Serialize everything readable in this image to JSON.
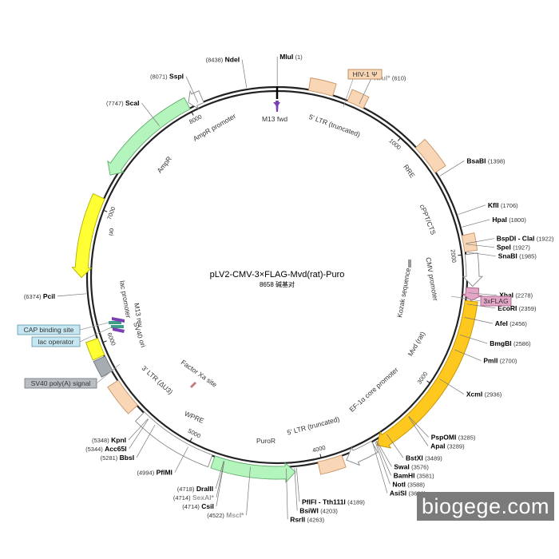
{
  "title": "pLV2-CMV-3×FLAG-Mvd(rat)-Puro",
  "subtitle": "8658 碱基对",
  "total_bp": 8658,
  "watermark": "biogege.com",
  "ticks": [
    "1000",
    "2000",
    "3000",
    "4000",
    "5000",
    "6000",
    "7000",
    "8000"
  ],
  "sites": [
    {
      "name": "MluI",
      "pos": "(1)",
      "bp": 1
    },
    {
      "name": "NruI*",
      "pos": "(610)",
      "bp": 610,
      "muted": true
    },
    {
      "name": "BsaBI",
      "pos": "(1398)",
      "bp": 1398
    },
    {
      "name": "KflI",
      "pos": "(1706)",
      "bp": 1706
    },
    {
      "name": "HpaI",
      "pos": "(1800)",
      "bp": 1800
    },
    {
      "name": "BspDI - ClaI",
      "pos": "(1922)",
      "bp": 1922
    },
    {
      "name": "SpeI",
      "pos": "(1927)",
      "bp": 1927
    },
    {
      "name": "SnaBI",
      "pos": "(1985)",
      "bp": 1985
    },
    {
      "name": "XbaI",
      "pos": "(2278)",
      "bp": 2278
    },
    {
      "name": "EcoRI",
      "pos": "(2359)",
      "bp": 2359
    },
    {
      "name": "AfeI",
      "pos": "(2456)",
      "bp": 2456
    },
    {
      "name": "BmgBI",
      "pos": "(2586)",
      "bp": 2586
    },
    {
      "name": "PmlI",
      "pos": "(2700)",
      "bp": 2700
    },
    {
      "name": "XcmI",
      "pos": "(2936)",
      "bp": 2936
    },
    {
      "name": "PspOMI",
      "pos": "(3285)",
      "bp": 3285
    },
    {
      "name": "ApaI",
      "pos": "(3289)",
      "bp": 3289
    },
    {
      "name": "BstXI",
      "pos": "(3489)",
      "bp": 3489
    },
    {
      "name": "SwaI",
      "pos": "(3576)",
      "bp": 3576
    },
    {
      "name": "BamHI",
      "pos": "(3581)",
      "bp": 3581
    },
    {
      "name": "NotI",
      "pos": "(3588)",
      "bp": 3588
    },
    {
      "name": "AsiSI",
      "pos": "(3608)",
      "bp": 3608
    },
    {
      "name": "PflFI - Tth111I",
      "pos": "(4189)",
      "bp": 4189
    },
    {
      "name": "BsiWI",
      "pos": "(4203)",
      "bp": 4203
    },
    {
      "name": "RsrII",
      "pos": "(4263)",
      "bp": 4263
    },
    {
      "name": "MscI*",
      "pos": "(4522)",
      "bp": 4522,
      "muted": true
    },
    {
      "name": "SexAI*",
      "pos": "(4714)",
      "bp": 4714,
      "muted": true
    },
    {
      "name": "CsiI",
      "pos": "(4714)",
      "bp": 4714
    },
    {
      "name": "DraIII",
      "pos": "(4718)",
      "bp": 4718
    },
    {
      "name": "PflMI",
      "pos": "(4994)",
      "bp": 4994
    },
    {
      "name": "BbsI",
      "pos": "(5281)",
      "bp": 5281
    },
    {
      "name": "Acc65I",
      "pos": "(5344)",
      "bp": 5344
    },
    {
      "name": "KpnI",
      "pos": "(5348)",
      "bp": 5348
    },
    {
      "name": "PciI",
      "pos": "(6374)",
      "bp": 6374
    },
    {
      "name": "ScaI",
      "pos": "(7747)",
      "bp": 7747
    },
    {
      "name": "SspI",
      "pos": "(8071)",
      "bp": 8071
    },
    {
      "name": "NdeI",
      "pos": "(8438)",
      "bp": 8438
    }
  ],
  "features": [
    {
      "label": "5' LTR (truncated)",
      "start": 230,
      "end": 410,
      "r": 245,
      "fill": "#f9d7b6",
      "stroke": "#c8956a",
      "shape": "box"
    },
    {
      "label": "HIV-1 Ψ",
      "start": 525,
      "end": 650,
      "r": 245,
      "fill": "#f9d7b6",
      "stroke": "#c8956a",
      "shape": "box"
    },
    {
      "label": "RRE",
      "start": 1130,
      "end": 1360,
      "r": 245,
      "fill": "#f9d7b6",
      "stroke": "#c8956a",
      "shape": "box"
    },
    {
      "label": "cPPT/CTS",
      "start": 1860,
      "end": 1980,
      "r": 245,
      "fill": "#f9d7b6",
      "stroke": "#c8956a",
      "shape": "box"
    },
    {
      "label": "CMV promoter",
      "start": 2000,
      "end": 2230,
      "r": 245,
      "fill": "#ffffff",
      "stroke": "#888888",
      "shape": "arrow_cw"
    },
    {
      "label": "3xFLAG",
      "start": 2240,
      "end": 2330,
      "r": 245,
      "fill": "#e3a6c7",
      "stroke": "#a05c82",
      "shape": "arrow_cw"
    },
    {
      "label": "Mvd (rat)",
      "start": 2335,
      "end": 3590,
      "r": 245,
      "fill": "#ffc81e",
      "stroke": "#c28f00",
      "shape": "arrow_cw"
    },
    {
      "label": "EF-1α core promoter",
      "start": 3610,
      "end": 3830,
      "r": 245,
      "fill": "#ffffff",
      "stroke": "#888888",
      "shape": "arrow_cw"
    },
    {
      "label": "5' LTR (truncated)",
      "start": 3850,
      "end": 4030,
      "r": 245,
      "fill": "#f9d7b6",
      "stroke": "#c8956a",
      "shape": "box"
    },
    {
      "label": "PuroR",
      "start": 4200,
      "end": 4790,
      "r": 245,
      "fill": "#b4f5bd",
      "stroke": "#5faa6a",
      "shape": "arrow_ccw"
    },
    {
      "label": "WPRE",
      "start": 4810,
      "end": 5400,
      "r": 245,
      "fill": "#ffffff",
      "stroke": "#888888",
      "shape": "box"
    },
    {
      "label": "3' LTR (ΔU3)",
      "start": 5470,
      "end": 5700,
      "r": 245,
      "fill": "#f9d7b6",
      "stroke": "#c8956a",
      "shape": "box"
    },
    {
      "label": "SV40 poly(A) signal",
      "start": 5780,
      "end": 5900,
      "r": 245,
      "fill": "#a6acb2",
      "stroke": "#6e757c",
      "shape": "box"
    },
    {
      "label": "SV40 ori",
      "start": 5910,
      "end": 6040,
      "r": 245,
      "fill": "#ffff33",
      "stroke": "#b0b000",
      "shape": "box"
    },
    {
      "label": "ori",
      "start": 6490,
      "end": 7080,
      "r": 245,
      "fill": "#ffff33",
      "stroke": "#b0b000",
      "shape": "arrow_ccw"
    },
    {
      "label": "AmpR",
      "start": 7250,
      "end": 8000,
      "r": 245,
      "fill": "#b4f5bd",
      "stroke": "#5faa6a",
      "shape": "arrow_ccw"
    },
    {
      "label": "AmpR promoter",
      "start": 8010,
      "end": 8110,
      "r": 245,
      "fill": "#ffffff",
      "stroke": "#888888",
      "shape": "arrow_ccw"
    }
  ],
  "inner_labels": [
    {
      "text": "M13 fwd"
    },
    {
      "text": "Kozak sequence"
    },
    {
      "text": "Factor Xa site"
    },
    {
      "text": "lac promoter"
    },
    {
      "text": "M13 rev"
    }
  ],
  "boxed_labels": [
    {
      "text": "HIV-1 Ψ"
    },
    {
      "text": "3xFLAG"
    },
    {
      "text": "CAP binding site"
    },
    {
      "text": "lac operator"
    },
    {
      "text": "SV40 poly(A) signal"
    }
  ],
  "colors": {
    "backbone": "#222222",
    "m13": "#7a3fb3",
    "factor_xa": "#cc7777"
  }
}
